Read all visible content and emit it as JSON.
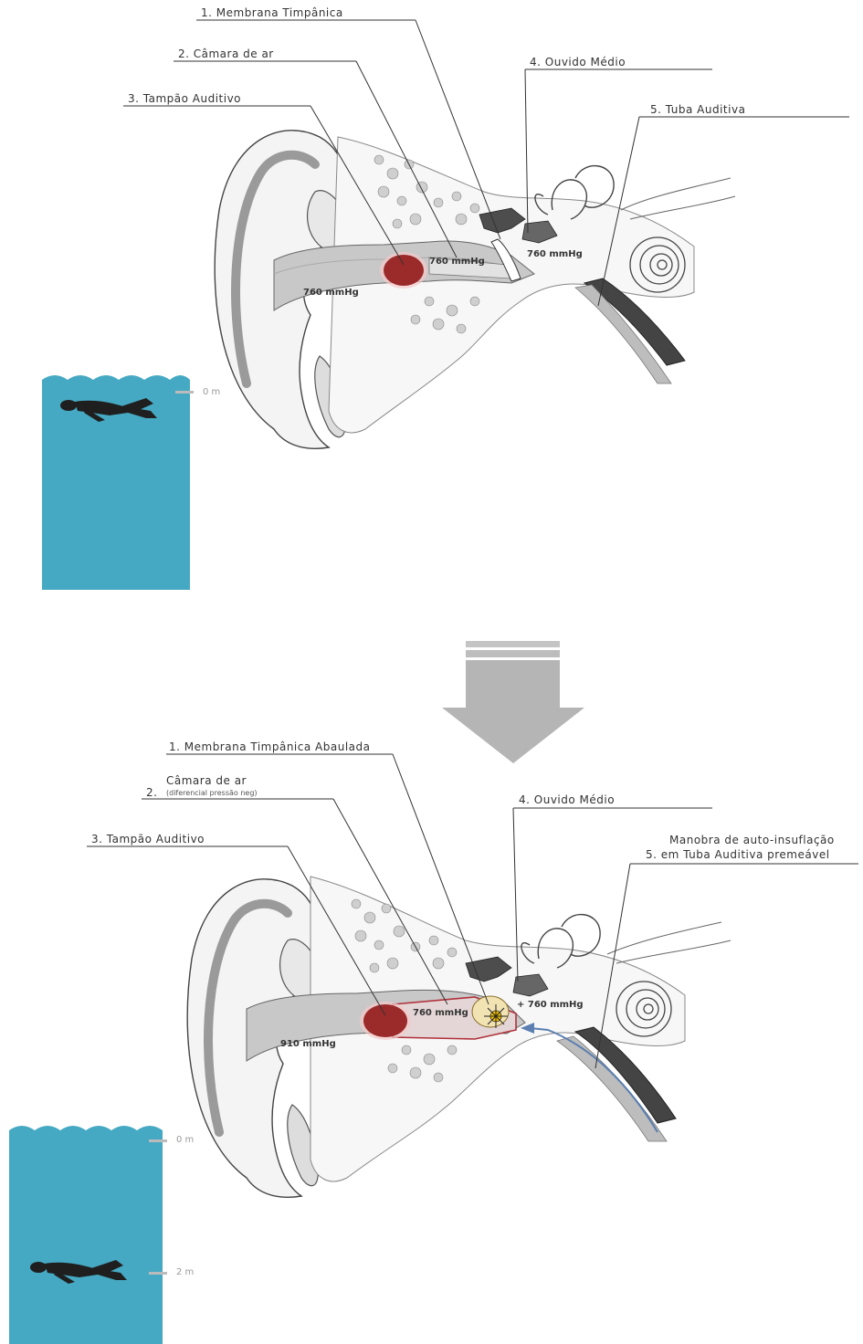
{
  "top": {
    "label_1": "1. Membrana Timpânica",
    "label_2": "2. Câmara de ar",
    "label_3": "3. Tampão Auditivo",
    "label_4": "4. Ouvido Médio",
    "label_5": "5. Tuba Auditiva",
    "pressure_outer": "760 mmHg",
    "pressure_chamber": "760 mmHg",
    "pressure_middle": "760 mmHg",
    "depth_marker": "0 m"
  },
  "bottom": {
    "label_1": "1. Membrana Timpânica Abaulada",
    "label_2_num": "2.",
    "label_2": "Câmara de ar",
    "label_2_sub": "(diferencial pressão neg)",
    "label_3": "3. Tampão Auditivo",
    "label_4": "4. Ouvido Médio",
    "label_5_line1": "Manobra de auto-insuflação",
    "label_5_line2": "5. em Tuba Auditiva premeável",
    "pressure_outer": "910 mmHg",
    "pressure_chamber": "760 mmHg",
    "pressure_middle": "+ 760 mmHg",
    "depth_marker_surface": "0 m",
    "depth_marker_diver": "2 m"
  },
  "colors": {
    "water": "#46a9c3",
    "earplug": "#9b2a2a",
    "canal_grey": "#c8c8c8",
    "dark_grey": "#555555",
    "drum_bulge": "#f2e3b3",
    "arrow": "#b5b5b5"
  }
}
